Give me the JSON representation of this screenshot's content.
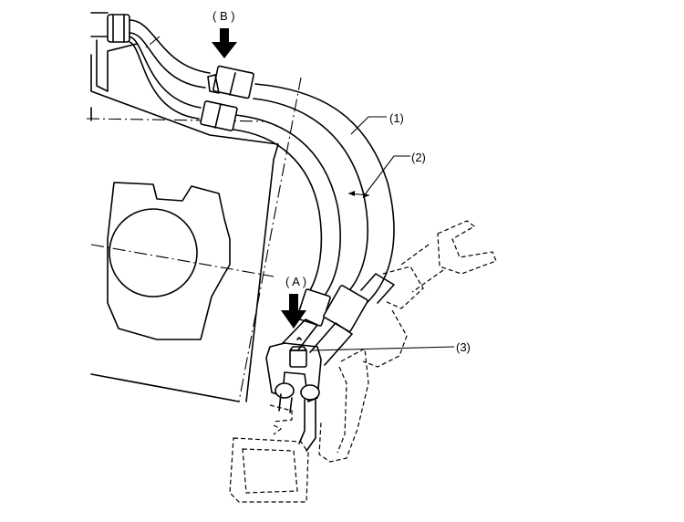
{
  "callouts": {
    "b": "( B )",
    "a": "( A )",
    "p1": "(1)",
    "p2": "(2)",
    "p3": "(3)"
  }
}
